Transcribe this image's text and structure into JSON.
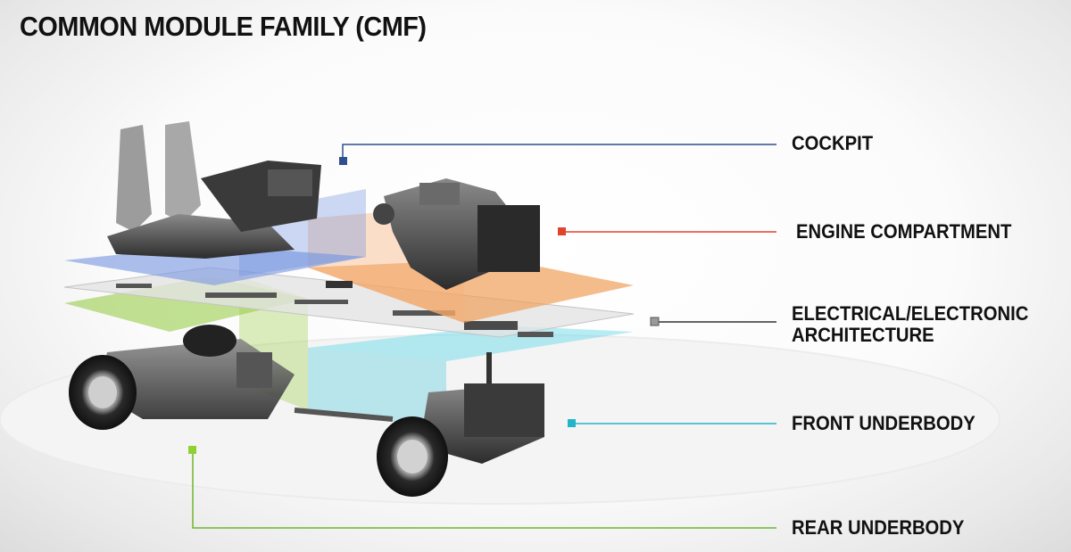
{
  "title": "COMMON MODULE FAMILY (CMF)",
  "modules": [
    {
      "label": "COCKPIT",
      "color": "#2f4f8f"
    },
    {
      "label": "ENGINE COMPARTMENT",
      "color": "#e0442c"
    },
    {
      "label": "ELECTRICAL/ELECTRONIC ARCHITECTURE",
      "color": "#7a7a7a"
    },
    {
      "label": "FRONT UNDERBODY",
      "color": "#22b5c8"
    },
    {
      "label": "REAR UNDERBODY",
      "color": "#6eb52d"
    }
  ]
}
